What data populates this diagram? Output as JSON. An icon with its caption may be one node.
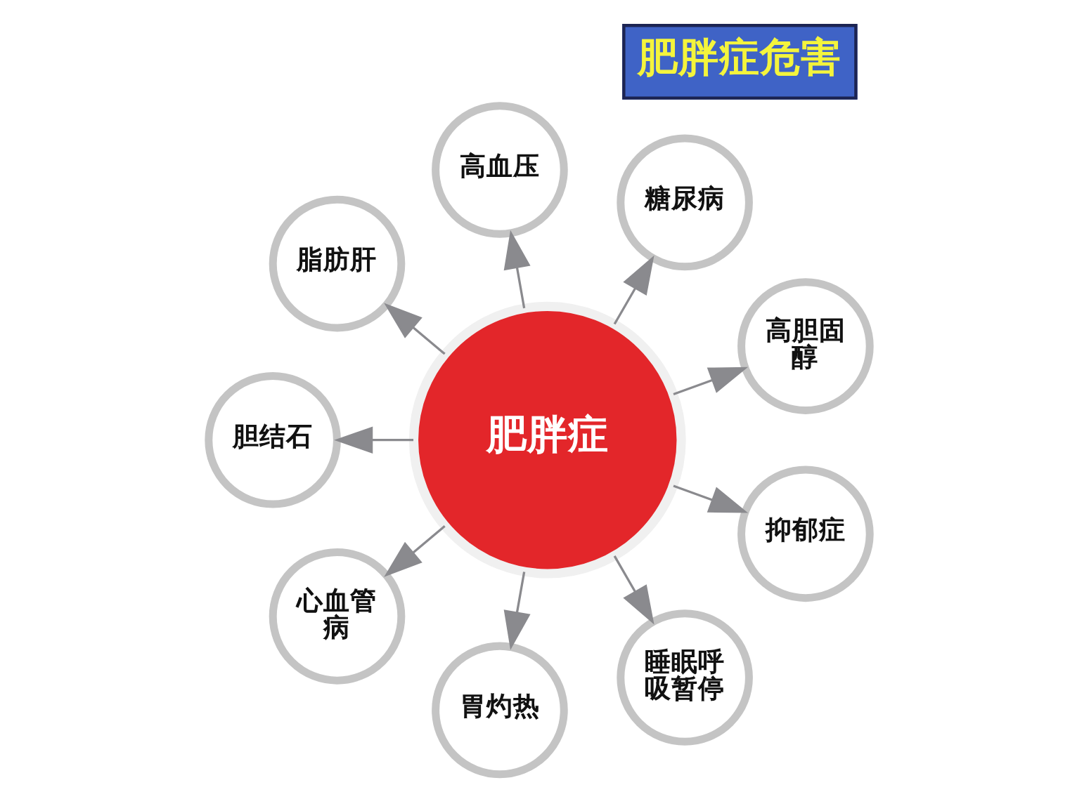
{
  "diagram": {
    "title": "肥胖症危害",
    "nodes": [
      {
        "text": [
          "肥胖症"
        ]
      },
      {
        "text": [
          "高血压"
        ]
      },
      {
        "text": [
          "糖尿病"
        ]
      },
      {
        "text": [
          "高胆固醇"
        ]
      },
      {
        "text": [
          "抑郁症"
        ]
      },
      {
        "text": [
          "睡眠呼吸暂停"
        ]
      },
      {
        "text": [
          "胃灼热"
        ]
      },
      {
        "text": [
          "心血管病"
        ]
      },
      {
        "text": [
          "胆结石"
        ]
      },
      {
        "text": [
          "脂肪肝"
        ]
      }
    ],
    "edges": [
      {
        "from": 0,
        "to": 1,
        "arrow": "to"
      },
      {
        "from": 0,
        "to": 2,
        "arrow": "to"
      },
      {
        "from": 0,
        "to": 3,
        "arrow": "to"
      },
      {
        "from": 0,
        "to": 4,
        "arrow": "to"
      },
      {
        "from": 0,
        "to": 5,
        "arrow": "to"
      },
      {
        "from": 0,
        "to": 6,
        "arrow": "to"
      },
      {
        "from": 0,
        "to": 7,
        "arrow": "to"
      },
      {
        "from": 0,
        "to": 8,
        "arrow": "to"
      },
      {
        "from": 0,
        "to": 9,
        "arrow": "to"
      }
    ]
  }
}
